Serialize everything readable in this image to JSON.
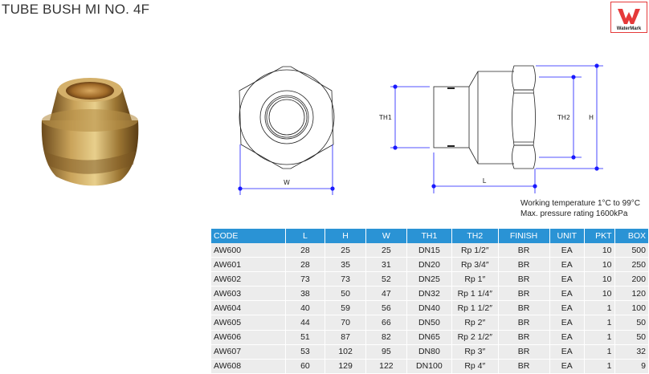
{
  "title": "TUBE BUSH MI NO. 4F",
  "logo": {
    "text": "WaterMark",
    "color": "#e53a3a"
  },
  "drawing_labels": {
    "w": "W",
    "th1": "TH1",
    "th2": "TH2",
    "h": "H",
    "l": "L"
  },
  "notes": [
    "Working temperature 1°C to 99°C",
    "Max. pressure rating 1600kPa"
  ],
  "table": {
    "headers": [
      "CODE",
      "L",
      "H",
      "W",
      "TH1",
      "TH2",
      "FINISH",
      "UNIT",
      "PKT",
      "BOX"
    ],
    "rows": [
      [
        "AW600",
        "28",
        "25",
        "25",
        "DN15",
        "Rp 1/2″",
        "BR",
        "EA",
        "10",
        "500"
      ],
      [
        "AW601",
        "28",
        "35",
        "31",
        "DN20",
        "Rp 3/4″",
        "BR",
        "EA",
        "10",
        "250"
      ],
      [
        "AW602",
        "73",
        "73",
        "52",
        "DN25",
        "Rp 1″",
        "BR",
        "EA",
        "10",
        "200"
      ],
      [
        "AW603",
        "38",
        "50",
        "47",
        "DN32",
        "Rp 1 1/4″",
        "BR",
        "EA",
        "10",
        "120"
      ],
      [
        "AW604",
        "40",
        "59",
        "56",
        "DN40",
        "Rp 1 1/2″",
        "BR",
        "EA",
        "1",
        "100"
      ],
      [
        "AW605",
        "44",
        "70",
        "66",
        "DN50",
        "Rp 2″",
        "BR",
        "EA",
        "1",
        "50"
      ],
      [
        "AW606",
        "51",
        "87",
        "82",
        "DN65",
        "Rp 2 1/2″",
        "BR",
        "EA",
        "1",
        "50"
      ],
      [
        "AW607",
        "53",
        "102",
        "95",
        "DN80",
        "Rp 3″",
        "BR",
        "EA",
        "1",
        "32"
      ],
      [
        "AW608",
        "60",
        "129",
        "122",
        "DN100",
        "Rp 4″",
        "BR",
        "EA",
        "1",
        "9"
      ]
    ]
  },
  "colors": {
    "header": "#2a93d5",
    "row": "#ececec",
    "dimension": "#1a1aff"
  }
}
